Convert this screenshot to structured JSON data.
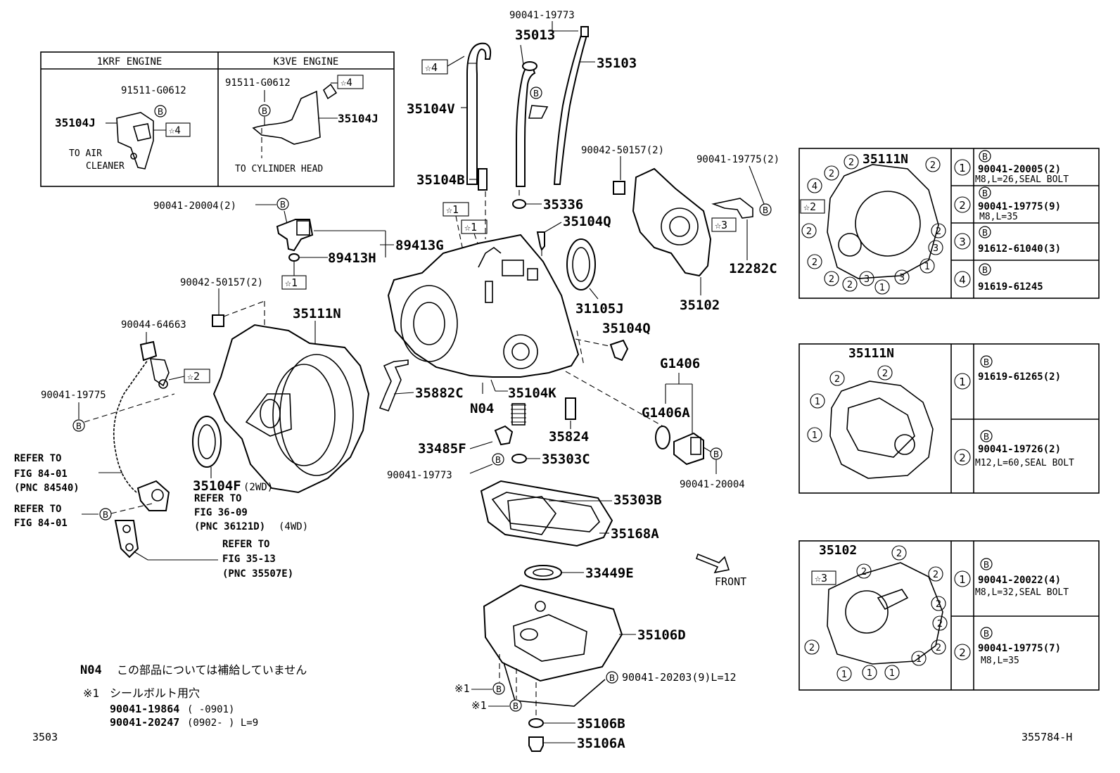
{
  "engine_box": {
    "left_title": "1KRF ENGINE",
    "right_title": "K3VE ENGINE",
    "left_bolt": "91511-G0612",
    "left_part": "35104J",
    "left_star": "☆4",
    "left_note1": "TO AIR",
    "left_note2": "CLEANER",
    "right_bolt": "91511-G0612",
    "right_star": "☆4",
    "right_part": "35104J",
    "right_note": "TO CYLINDER HEAD"
  },
  "labels": {
    "p90041_19773_top": "90041-19773",
    "p35013": "35013",
    "p35103": "35103",
    "star4": "☆4",
    "p35104V": "35104V",
    "p35104B": "35104B",
    "p35336": "35336",
    "star1a": "☆1",
    "star1b": "☆1",
    "p35104Q_a": "35104Q",
    "p90042_50157_2_top": "90042-50157(2)",
    "p90041_19775_2": "90041-19775(2)",
    "star3": "☆3",
    "p12282C": "12282C",
    "p35102": "35102",
    "p31105J": "31105J",
    "p35104Q_b": "35104Q",
    "p90041_20004_2": "90041-20004(2)",
    "p89413G": "89413G",
    "p89413H": "89413H",
    "p90042_50157_2": "90042-50157(2)",
    "star1c": "☆1",
    "p90044_64663": "90044-64663",
    "p35111N": "35111N",
    "star2": "☆2",
    "p90041_19775": "90041-19775",
    "refer84_a1": "REFER TO",
    "refer84_a2": "FIG 84-01",
    "refer84_a3": "(PNC 84540)",
    "refer84_b1": "REFER TO",
    "refer84_b2": "FIG 84-01",
    "p35104F": "35104F",
    "p35104F_2wd": "(2WD)",
    "refer36_1": "REFER TO",
    "refer36_2": "FIG 36-09",
    "refer36_3": "(PNC 36121D)",
    "refer36_4wd": "(4WD)",
    "refer35_1": "REFER TO",
    "refer35_2": "FIG 35-13",
    "refer35_3": "(PNC 35507E)",
    "p35882C": "35882C",
    "N04": "N04",
    "p35104K": "35104K",
    "p33485F": "33485F",
    "p35824": "35824",
    "p90041_19773": "90041-19773",
    "p35303C": "35303C",
    "G1406": "G1406",
    "G1406A": "G1406A",
    "p90041_20004": "90041-20004",
    "p35303B": "35303B",
    "p35168A": "35168A",
    "front": "FRONT",
    "p33449E": "33449E",
    "p35106D": "35106D",
    "p90041_20203": "90041-20203(9)L=12",
    "mark1a": "※1",
    "mark1b": "※1",
    "p35106B": "35106B",
    "p35106A": "35106A",
    "circB": "B"
  },
  "notes": {
    "n04_code": "N04",
    "n04_text": "この部品については補給していません",
    "note1_mark": "※1",
    "note1_text": "シールボルト用穴",
    "note1_line1_part": "90041-19864",
    "note1_line1_range": "(      -0901)",
    "note1_line2_part": "90041-20247",
    "note1_line2_range": "(0902-      ) L=9"
  },
  "footer": {
    "left_code": "3503",
    "right_code": "355784-H"
  },
  "table1": {
    "title": "35111N",
    "star": "☆2",
    "rows": [
      {
        "num": "1",
        "part": "90041-20005(2)",
        "spec": "M8,L=26,SEAL BOLT"
      },
      {
        "num": "2",
        "part": "90041-19775(9)",
        "spec": "M8,L=35"
      },
      {
        "num": "3",
        "part": "91612-61040(3)",
        "spec": ""
      },
      {
        "num": "4",
        "part": "91619-61245",
        "spec": ""
      }
    ]
  },
  "table2": {
    "title": "35111N",
    "rows": [
      {
        "num": "1",
        "part": "91619-61265(2)",
        "spec": ""
      },
      {
        "num": "2",
        "part": "90041-19726(2)",
        "spec": "M12,L=60,SEAL BOLT"
      }
    ]
  },
  "table3": {
    "title": "35102",
    "star": "☆3",
    "rows": [
      {
        "num": "1",
        "part": "90041-20022(4)",
        "spec": "M8,L=32,SEAL BOLT"
      },
      {
        "num": "2",
        "part": "90041-19775(7)",
        "spec": "M8,L=35"
      }
    ]
  }
}
